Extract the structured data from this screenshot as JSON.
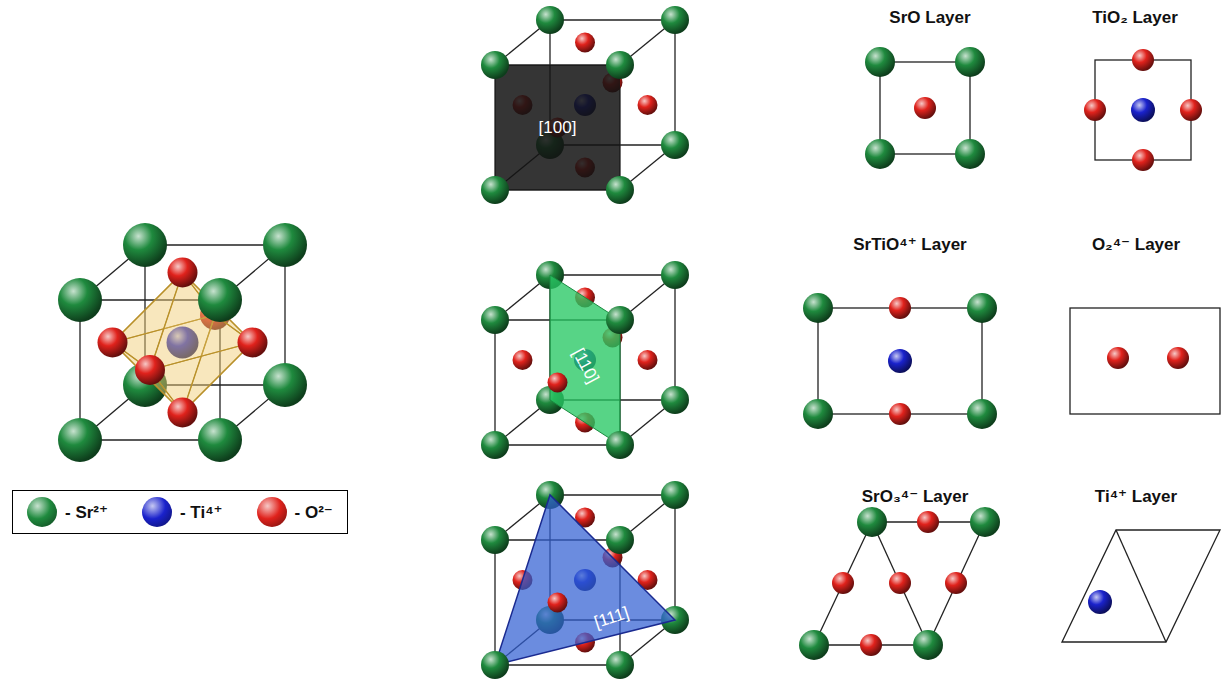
{
  "diagram": {
    "nodes": [
      {
        "text": [
          "SrO Layer"
        ]
      },
      {
        "text": [
          "TiO₂ Layer"
        ]
      },
      {
        "text": [
          "SrTiO⁴⁺ Layer"
        ]
      },
      {
        "text": [
          "O₂⁴⁻ Layer"
        ]
      },
      {
        "text": [
          "SrO₃⁴⁻ Layer"
        ]
      },
      {
        "text": [
          "Ti⁴⁺ Layer"
        ]
      }
    ],
    "labels": [
      "[100]",
      "[110]",
      "[111]"
    ],
    "legend": [
      {
        "text": "- Sr²⁺",
        "color": "#1f8a3e"
      },
      {
        "text": "- Ti⁴⁺",
        "color": "#1a22cc"
      },
      {
        "text": "- O²⁻",
        "color": "#e0221c"
      }
    ]
  }
}
